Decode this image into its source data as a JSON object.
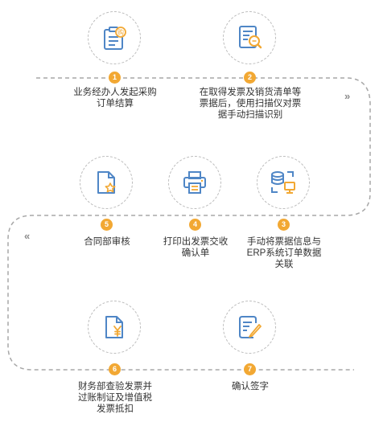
{
  "colors": {
    "accent": "#f2a833",
    "icon_blue": "#4f86c6",
    "icon_orange": "#f2a833",
    "line": "#a7a7a7"
  },
  "steps": [
    {
      "number": "1",
      "label": "业务经办人发起采购\n订单结算",
      "icon": "purchase-order-icon"
    },
    {
      "number": "2",
      "label": "在取得发票及销货清单等\n票据后，使用扫描仪对票\n据手动扫描识别",
      "icon": "document-scan-icon"
    },
    {
      "number": "3",
      "label": "手动将票据信息与\nERP系统订单数据\n关联",
      "icon": "database-link-icon"
    },
    {
      "number": "4",
      "label": "打印出发票交收\n确认单",
      "icon": "printer-icon"
    },
    {
      "number": "5",
      "label": "合同部审核",
      "icon": "document-star-icon"
    },
    {
      "number": "6",
      "label": "财务部查验发票并\n过账制证及增值税\n发票抵扣",
      "icon": "document-yen-icon"
    },
    {
      "number": "7",
      "label": "确认签字",
      "icon": "sign-document-icon"
    }
  ],
  "arrows": {
    "right": "»",
    "left": "«"
  }
}
